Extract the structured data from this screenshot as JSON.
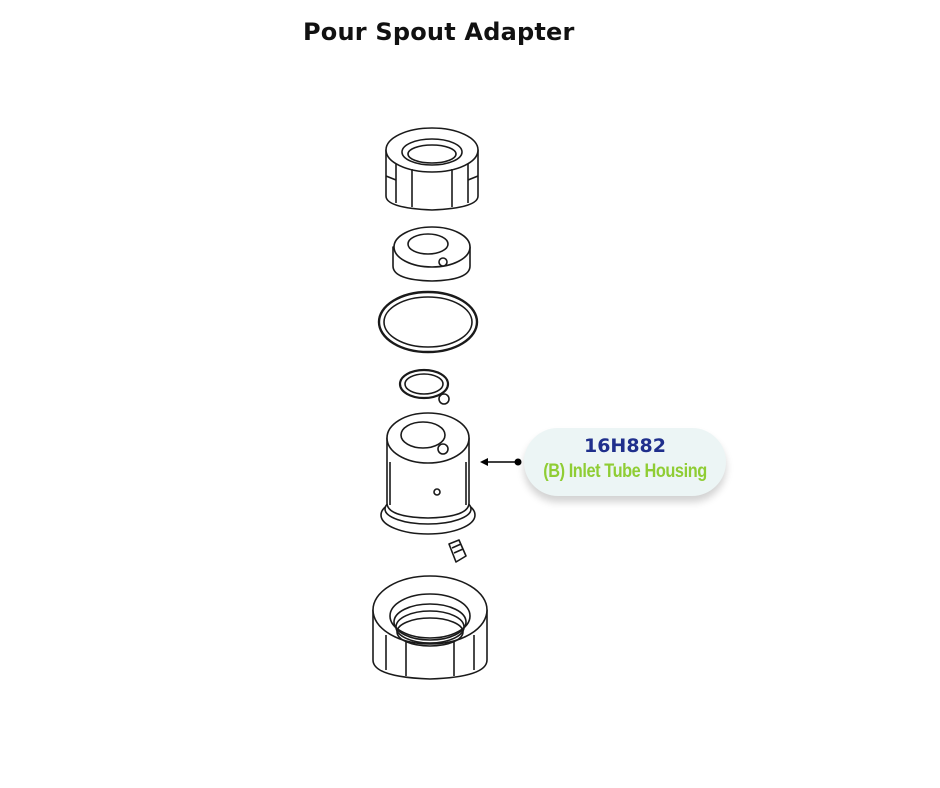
{
  "title": "Pour Spout Adapter",
  "callout": {
    "part_number": "16H882",
    "part_name": "(B) Inlet Tube Housing"
  },
  "colors": {
    "line_art": "#1a1a1a",
    "part_number": "#1f2f8c",
    "part_name": "#8fcd34",
    "callout_bg": "#ecf5f5"
  }
}
